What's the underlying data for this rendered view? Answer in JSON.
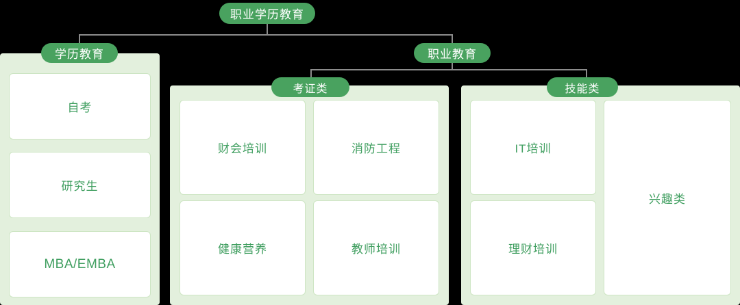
{
  "diagram": {
    "title": "职业学历教育",
    "root": {
      "label": "职业学历教育"
    },
    "level1": [
      {
        "label": "学历教育"
      },
      {
        "label": "职业教育"
      }
    ],
    "level2": [
      {
        "label": "考证类"
      },
      {
        "label": "技能类"
      }
    ],
    "groups": {
      "degree": {
        "label": "学历教育",
        "cards": [
          {
            "label": "自考"
          },
          {
            "label": "研究生"
          },
          {
            "label": "MBA/EMBA"
          }
        ]
      },
      "certification": {
        "label": "考证类",
        "cards": [
          {
            "label": "财会培训"
          },
          {
            "label": "消防工程"
          },
          {
            "label": "健康营养"
          },
          {
            "label": "教师培训"
          }
        ]
      },
      "skill": {
        "label": "技能类",
        "cards": [
          {
            "label": "IT培训"
          },
          {
            "label": "理财培训"
          },
          {
            "label": "兴趣类"
          }
        ]
      }
    },
    "colors": {
      "badge_green": "#49a25f",
      "panel_green": "#e3f0dd",
      "card_border": "#cde5c3",
      "card_text": "#3f9e5f",
      "connector_gray": "#8c8c8c",
      "background": "#000000"
    }
  }
}
